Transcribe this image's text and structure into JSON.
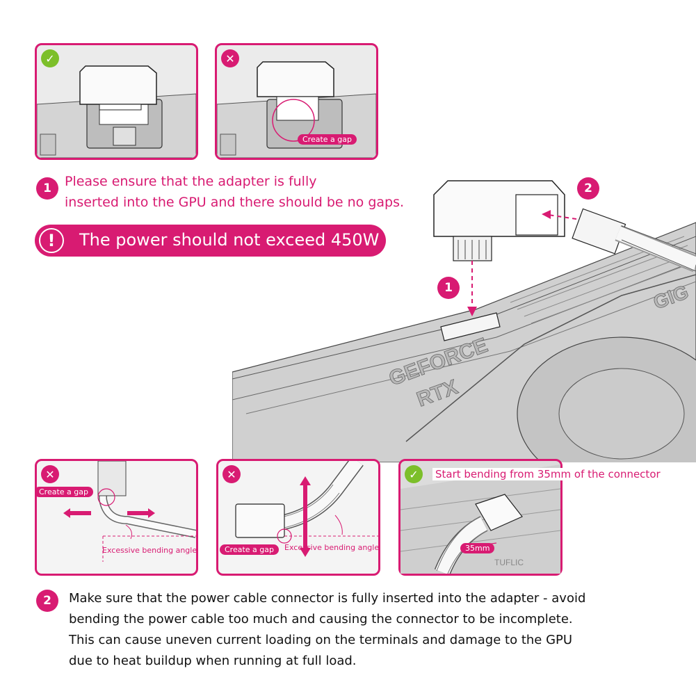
{
  "top_panels": {
    "correct": {
      "icon": "check-icon"
    },
    "wrong": {
      "icon": "cross-icon",
      "gap_tag": "Create a gap"
    }
  },
  "step1": {
    "number": "1",
    "line1": "Please ensure that the adapter is fully",
    "line2": "inserted into the GPU and there should be no gaps."
  },
  "warning": {
    "icon": "exclamation-icon",
    "text": "The power should not exceed 450W"
  },
  "diagram": {
    "marker1": "1",
    "marker2": "2",
    "gpu_text1": "GEFORCE",
    "gpu_text2": "RTX",
    "gpu_text3": "GIG"
  },
  "bottom_panels": {
    "left": {
      "icon": "cross-icon",
      "gap_tag": "Create a gap",
      "angle_note": "Excessive bending angle"
    },
    "middle": {
      "icon": "cross-icon",
      "gap_tag": "Create a gap",
      "angle_note": "Excessive bending angle"
    },
    "right": {
      "icon": "check-icon",
      "note": "Start bending from 35mm of the connector",
      "measure": "35mm"
    }
  },
  "step2": {
    "number": "2",
    "line1": "Make sure that the power cable connector is fully inserted into the adapter - avoid",
    "line2": "bending the power cable too much and causing the connector to be incomplete.",
    "line3": "This can cause uneven current loading on the terminals and damage to the GPU",
    "line4": "due to heat buildup when running at full load."
  },
  "colors": {
    "accent": "#d81b72",
    "ok": "#7cbf2a"
  }
}
